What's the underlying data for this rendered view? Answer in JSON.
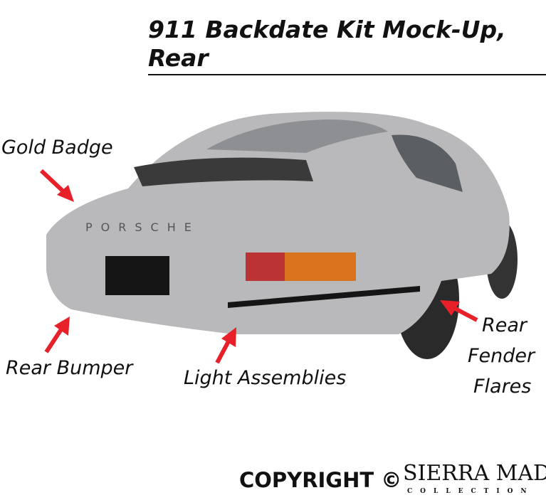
{
  "title": "911 Backdate Kit Mock-Up, Rear",
  "labels": {
    "gold_badge": "Gold Badge",
    "rear_bumper": "Rear Bumper",
    "light_assemblies": "Light Assemblies",
    "rear_fender_flares_1": "Rear",
    "rear_fender_flares_2": "Fender",
    "rear_fender_flares_3": "Flares"
  },
  "car_script": "PORSCHE",
  "footer": {
    "copyright": "COPYRIGHT ©",
    "logo_name": "SIERRA MADRE",
    "logo_sub": "COLLECTION"
  },
  "colors": {
    "arrow": "#e8202a",
    "car": "#b9b9bb"
  }
}
